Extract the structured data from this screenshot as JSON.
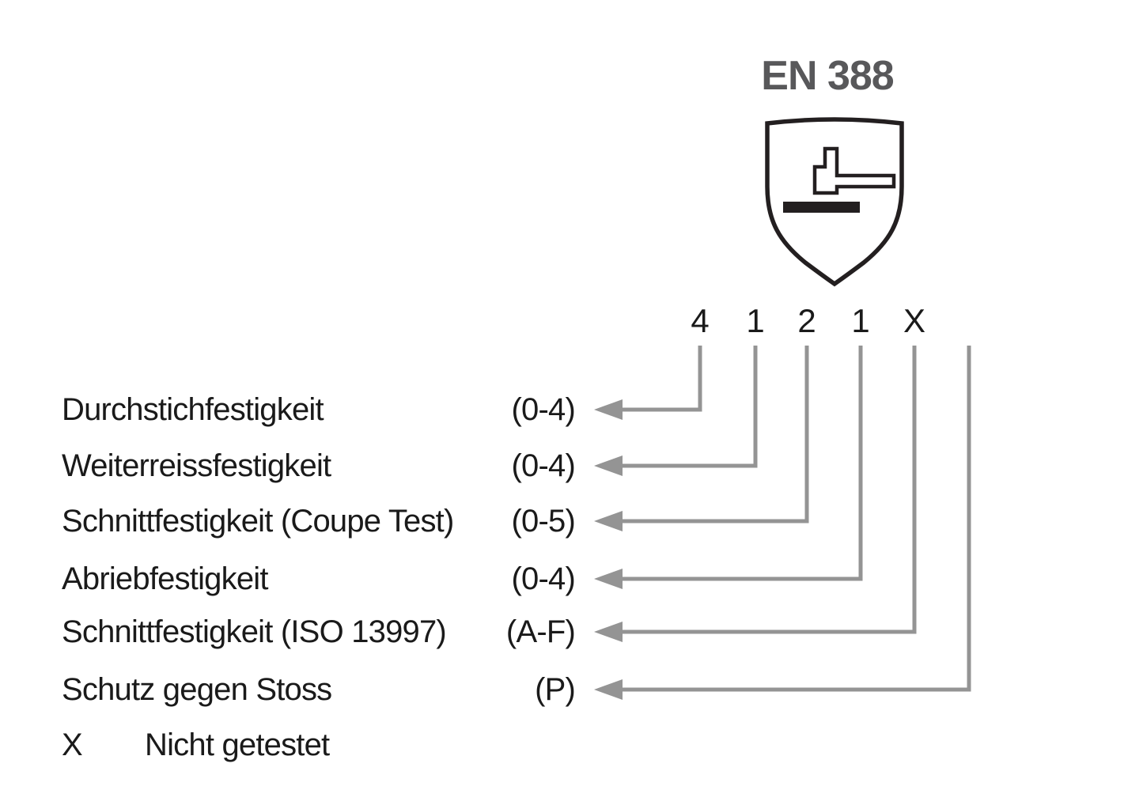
{
  "diagram": {
    "title": "EN 388",
    "pictogram": "shield-with-hammer-impact-icon",
    "rating_digits": [
      "4",
      "1",
      "2",
      "1",
      "X"
    ],
    "properties": [
      {
        "label": "Durchstichfestigkeit",
        "range": "(0-4)"
      },
      {
        "label": "Weiterreissfestigkeit",
        "range": "(0-4)"
      },
      {
        "label": "Schnittfestigkeit (Coupe Test)",
        "range": "(0-5)"
      },
      {
        "label": "Abriebfestigkeit",
        "range": "(0-4)"
      },
      {
        "label": "Schnittfestigkeit (ISO 13997)",
        "range": "(A-F)"
      },
      {
        "label": "Schutz gegen Stoss",
        "range": "(P)"
      }
    ],
    "legend": {
      "symbol": "X",
      "text": "Nicht getestet"
    },
    "colors": {
      "text": "#1a1a1a",
      "title_gray": "#58585a",
      "connector_gray": "#949494",
      "shield_outline": "#231f20"
    }
  }
}
